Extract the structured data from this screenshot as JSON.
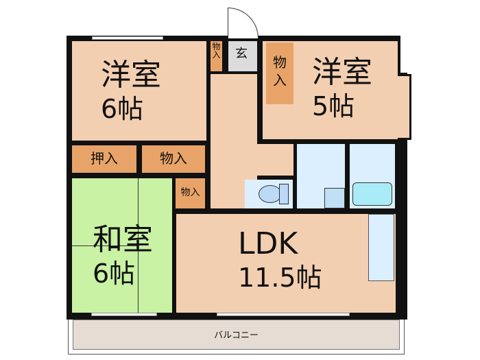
{
  "floor_plan": {
    "rooms": [
      {
        "id": "western-room-1",
        "name": "洋室",
        "size": "6帖"
      },
      {
        "id": "western-room-2",
        "name": "洋室",
        "size": "5帖"
      },
      {
        "id": "japanese-room",
        "name": "和室",
        "size": "6帖"
      },
      {
        "id": "ldk",
        "name": "LDK",
        "size": "11.5帖"
      }
    ],
    "storage": {
      "oshiire": "押入",
      "monoire": "物入",
      "monoire_vertical": "物\n入"
    },
    "entrance": "玄",
    "balcony": "バルコニー"
  },
  "colors": {
    "room": "#f3cfb1",
    "closet": "#e8a468",
    "tatami": "#c9f2a4",
    "wet_area": "#dcefff",
    "balcony": "#e6dcd3",
    "wall": "#111111"
  }
}
